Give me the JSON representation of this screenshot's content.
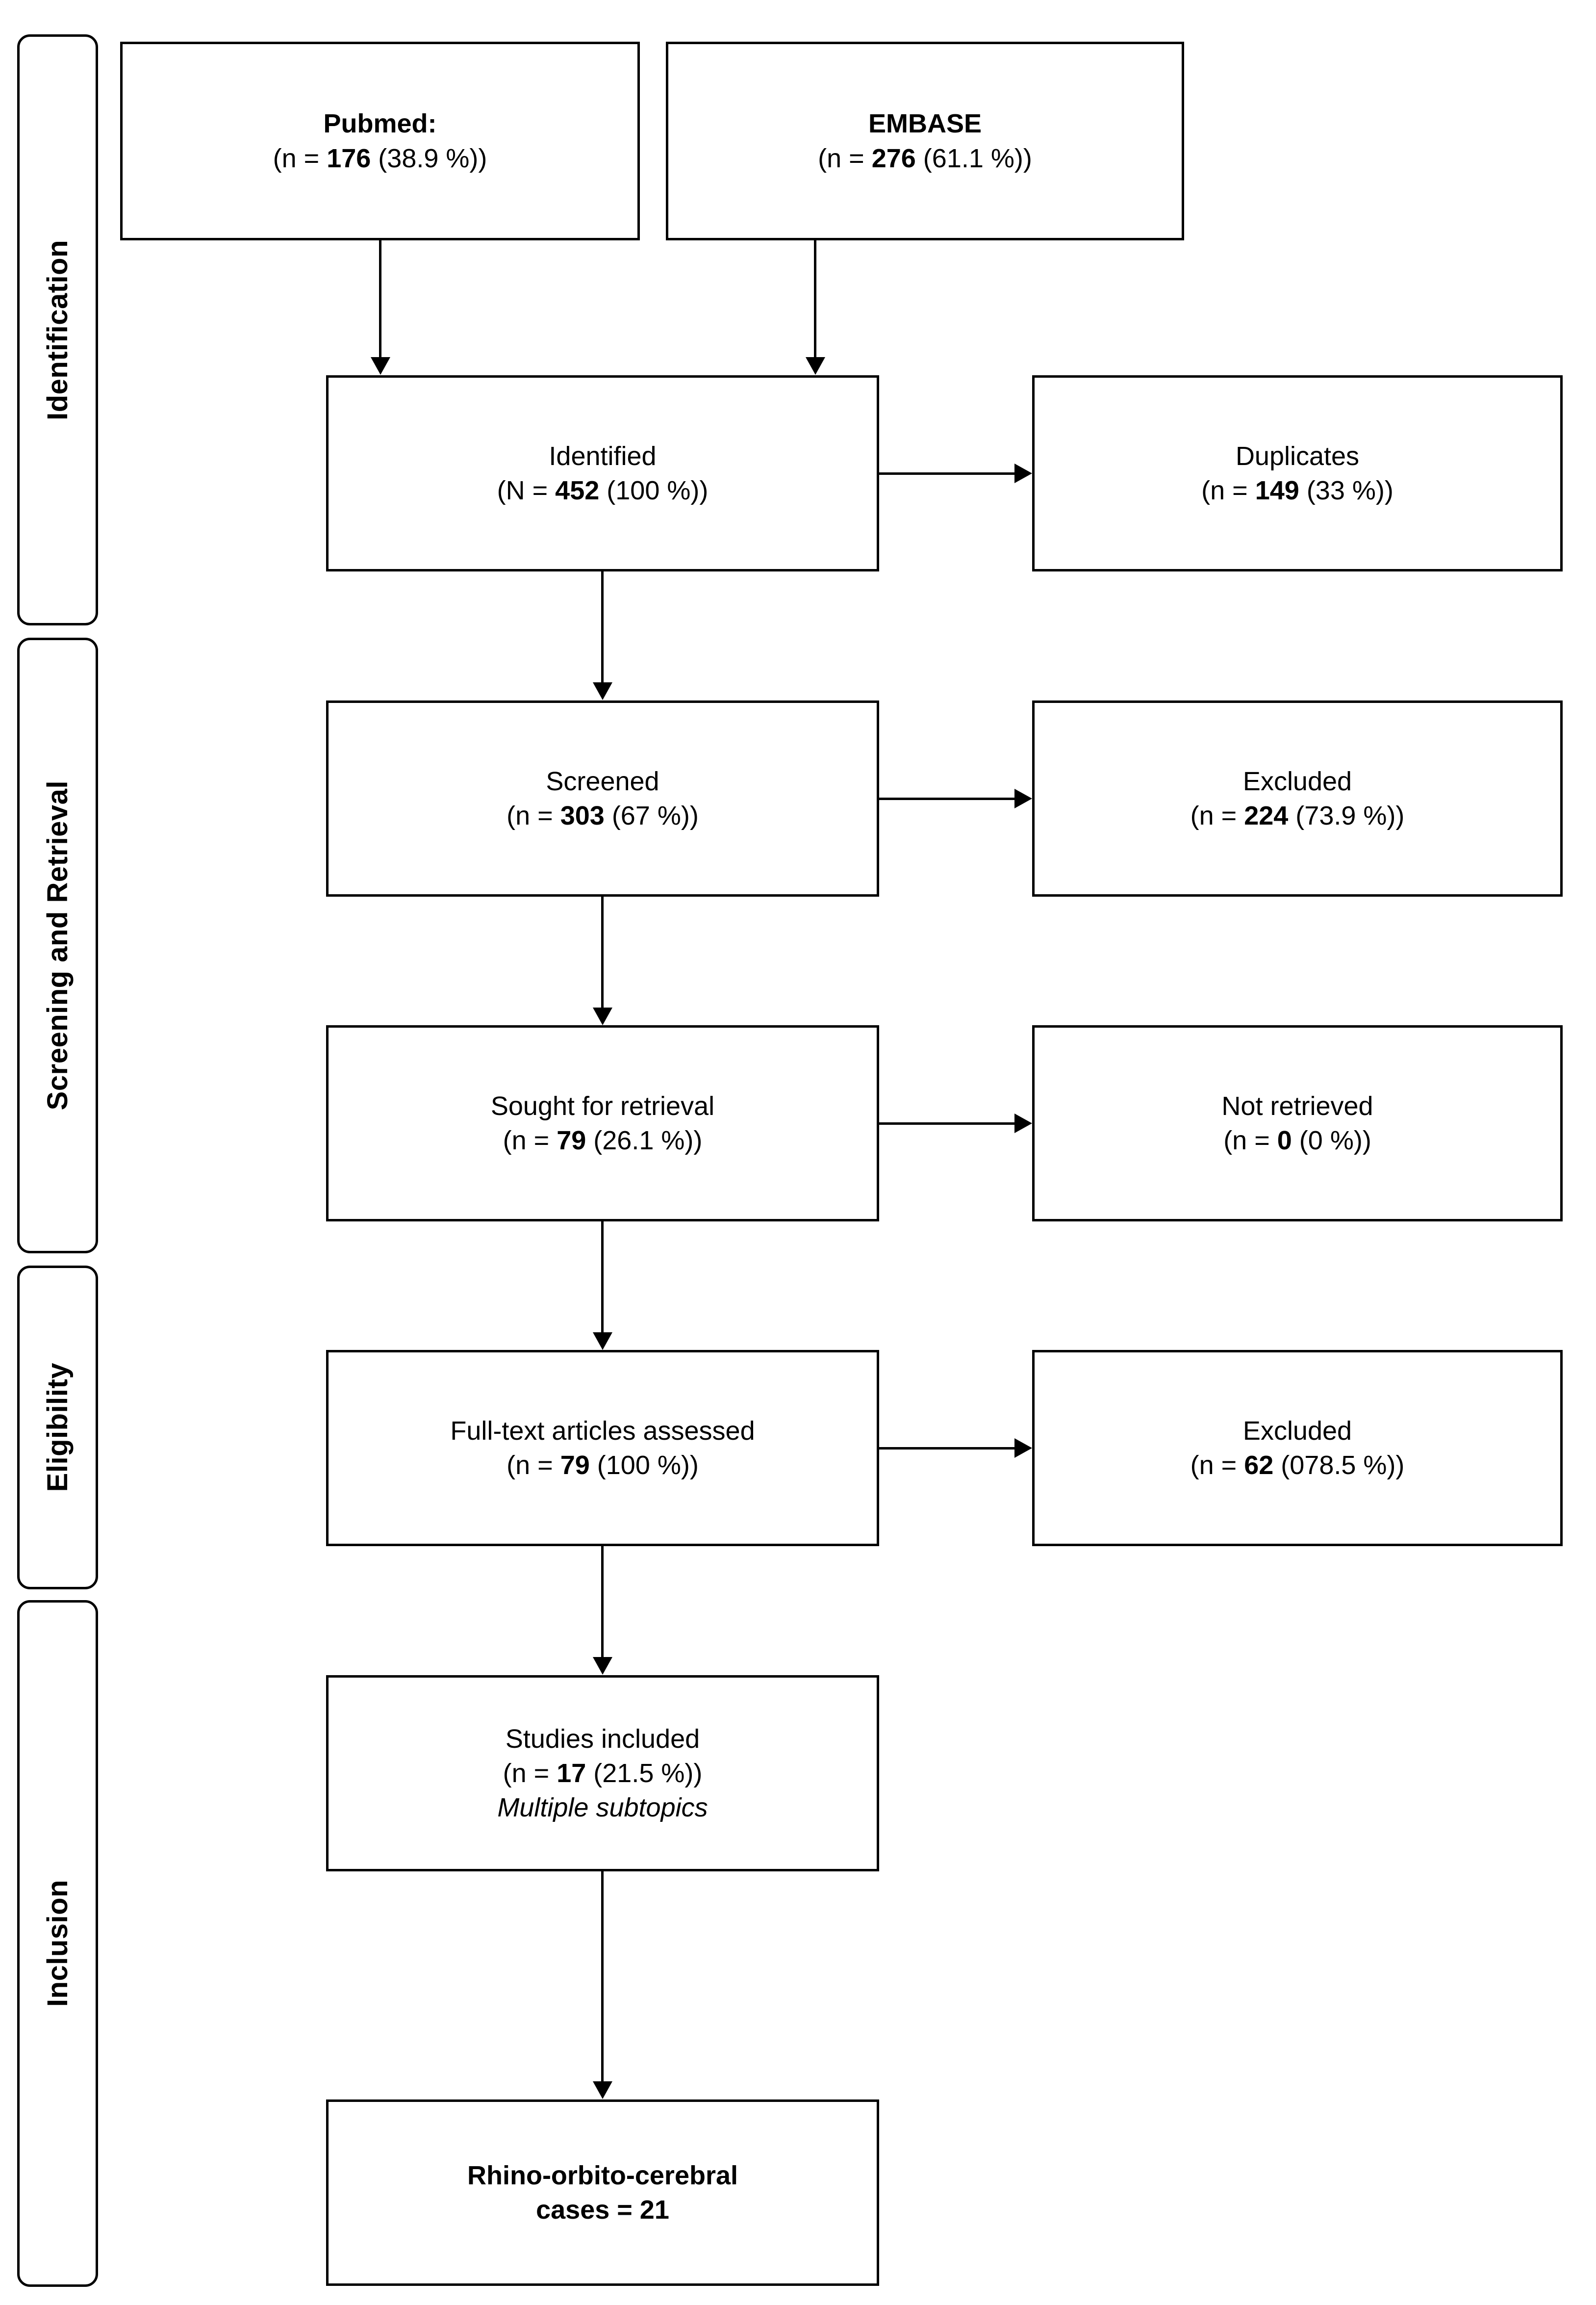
{
  "diagram": {
    "type": "prisma-flow-diagram",
    "title": "PRISMA flow diagram"
  },
  "stages": [
    {
      "label": "Identification"
    },
    {
      "label": "Screening and Retrieval"
    },
    {
      "label": "Eligibility"
    },
    {
      "label": "Inclusion"
    }
  ],
  "boxes": {
    "pubmed": {
      "line1": "Pubmed:",
      "line2_pre": "(n = ",
      "line2_n": "176",
      "line2_post": " (38.9 %))"
    },
    "embase": {
      "line1": "EMBASE",
      "line2_pre": "(n = ",
      "line2_n": "276",
      "line2_post": " (61.1 %))"
    },
    "identified": {
      "line1": "Identified",
      "line2_pre": "(N = ",
      "line2_n": "452",
      "line2_post": " (100 %))"
    },
    "duplicates": {
      "line1": "Duplicates",
      "line2_pre": "(n = ",
      "line2_n": "149",
      "line2_post": " (33 %))"
    },
    "screened": {
      "line1": "Screened",
      "line2_pre": "(n = ",
      "line2_n": "303",
      "line2_post": " (67 %))"
    },
    "excluded1": {
      "line1": "Excluded",
      "line2_pre": "(n = ",
      "line2_n": "224",
      "line2_post": " (73.9 %))"
    },
    "sought": {
      "line1": "Sought for retrieval",
      "line2_pre": "(n = ",
      "line2_n": "79",
      "line2_post": " (26.1 %))"
    },
    "notretrieved": {
      "line1": "Not retrieved",
      "line2_pre": "(n = ",
      "line2_n": "0",
      "line2_post": " (0 %))"
    },
    "fulltext": {
      "line1": "Full-text articles assessed",
      "line2_pre": "(n = ",
      "line2_n": "79",
      "line2_post": " (100 %))"
    },
    "excluded2": {
      "line1": "Excluded",
      "line2_pre": "(n = ",
      "line2_n": "62",
      "line2_post": " (078.5 %))"
    },
    "included": {
      "line1": "Studies included",
      "line2_pre": "(n = ",
      "line2_n": "17",
      "line2_post": " (21.5 %))",
      "line3": "Multiple subtopics"
    },
    "final": {
      "line1": "Rhino-orbito-cerebral",
      "line2": "cases = 21"
    }
  },
  "colors": {
    "stroke": "#000000",
    "background": "#ffffff"
  }
}
